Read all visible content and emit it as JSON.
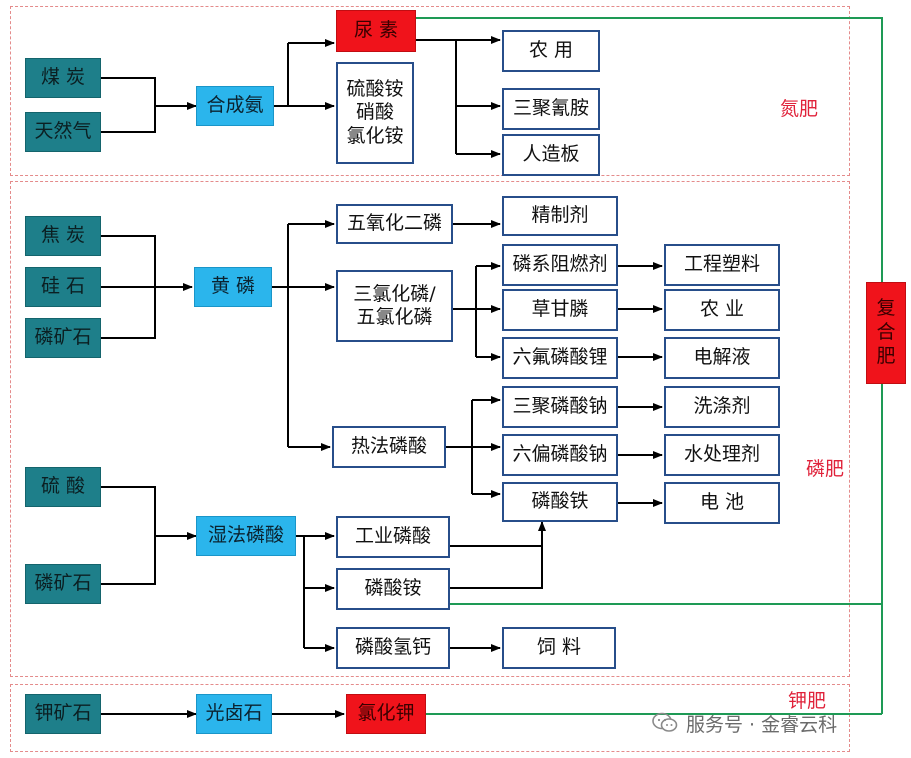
{
  "regions": {
    "nitrogen": "氮肥",
    "phosphorus": "磷肥",
    "potassium": "钾肥"
  },
  "nodes": {
    "coal": "煤 炭",
    "natural_gas": "天然气",
    "ammonia": "合成氨",
    "urea": "尿 素",
    "ammonium_group": "硫酸铵\n硝酸\n氯化铵",
    "agri_use": "农 用",
    "melamine": "三聚氰胺",
    "board": "人造板",
    "coke": "焦 炭",
    "silica": "硅 石",
    "phosphate_rock_1": "磷矿石",
    "yellow_p": "黄 磷",
    "p2o5": "五氧化二磷",
    "pcl": "三氯化磷/\n五氯化磷",
    "thermal_acid": "热法磷酸",
    "refined": "精制剂",
    "flame": "磷系阻燃剂",
    "glyphosate": "草甘膦",
    "lipf6": "六氟磷酸锂",
    "stpp": "三聚磷酸钠",
    "shmp": "六偏磷酸钠",
    "fepo4": "磷酸铁",
    "eng_plastic": "工程塑料",
    "agriculture": "农 业",
    "electrolyte": "电解液",
    "detergent": "洗涤剂",
    "water_agent": "水处理剂",
    "battery": "电 池",
    "sulfuric": "硫 酸",
    "phosphate_rock_2": "磷矿石",
    "wet_acid": "湿法磷酸",
    "industrial_acid": "工业磷酸",
    "map": "磷酸铵",
    "dcp": "磷酸氢钙",
    "feed": "饲 料",
    "potash_ore": "钾矿石",
    "carnallite": "光卤石",
    "kcl": "氯化钾",
    "compound": "复\n合\n肥"
  },
  "watermark": "服务号 · 金睿云科",
  "colors": {
    "raw": "#1e7f8a",
    "intermediate": "#2bb5ec",
    "highlight": "#f0131b",
    "product_border": "#274e8a",
    "dashed_border": "#e48b8b",
    "region_label": "#e0223a",
    "green_line": "#1e9a55"
  },
  "icons": {
    "watermark": "wechat-icon"
  }
}
